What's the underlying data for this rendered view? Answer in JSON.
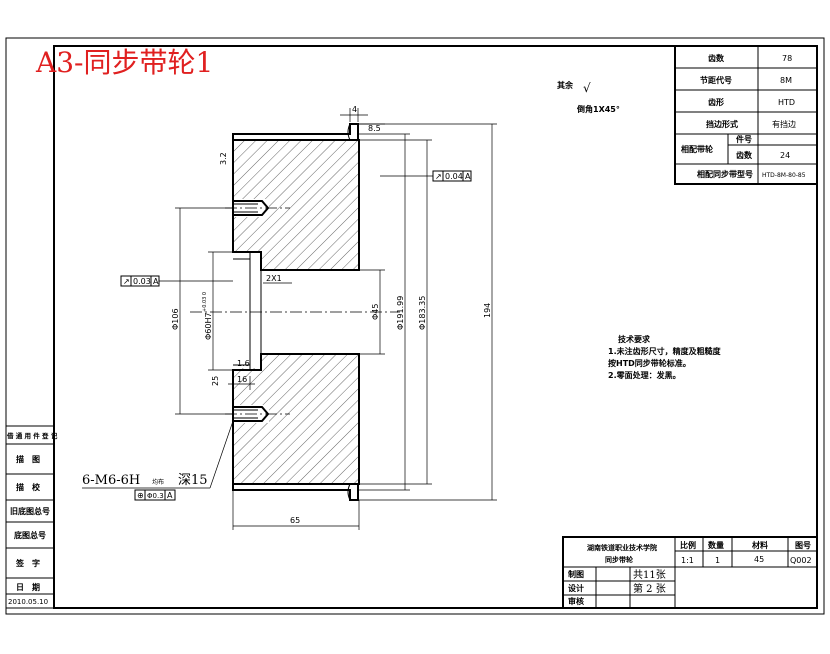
{
  "title": "A3-同步带轮1",
  "roughness_note": {
    "label": "其余",
    "symbol": "√"
  },
  "chamfer_note": "倒角1X45°",
  "param_table": {
    "rows": [
      {
        "label": "齿数",
        "value": "78"
      },
      {
        "label": "节距代号",
        "value": "8M"
      },
      {
        "label": "齿形",
        "value": "HTD"
      },
      {
        "label": "挡边形式",
        "value": "有挡边"
      }
    ],
    "mating_label": "相配带轮",
    "mating_rows": [
      {
        "label": "件号",
        "value": ""
      },
      {
        "label": "齿数",
        "value": "24"
      }
    ],
    "belt_label": "相配同步带型号",
    "belt_value": "HTD-8M-80-85"
  },
  "dimensions": {
    "d4": "4",
    "d8_5": "8.5",
    "d3_2": "3.2",
    "tol_runout1": "0.04",
    "datum1": "A",
    "tol_runout2": "0.03",
    "datum2": "A",
    "d106": "Φ106",
    "d60": "Φ60H7",
    "d60_tol": "+0.03 0",
    "d45": "Φ45",
    "d191": "Φ191.99",
    "d183": "Φ183.35",
    "d194": "194",
    "chamfer_px1": "2X1",
    "d1_6": "1.6",
    "d25": "25",
    "d16": "16",
    "d65": "65",
    "thread_prefix": "6-M6-6H",
    "thread_mid": "均布",
    "thread_depth": "深15",
    "pos_tol": "Φ0.3",
    "pos_datum": "A"
  },
  "tech_req": {
    "heading": "技术要求",
    "line1": "1.未注齿形尺寸，精度及粗糙度",
    "line2": "按HTD同步带轮标准。",
    "line3": "2.零面处理：发黑。"
  },
  "left_labels": [
    "借 通 用 件 登 记",
    "描　图",
    "描　校",
    "旧底图总号",
    "底图总号",
    "签　字",
    "日　期",
    "2010.05.10"
  ],
  "title_block": {
    "name_line1": "湖南铁道职业技术学院",
    "name_line2": "同步带轮",
    "ratio_label": "比例",
    "ratio_value": "1:1",
    "qty_label": "数量",
    "qty_value": "1",
    "material_label": "材料",
    "material_value": "45",
    "figno_label": "图号",
    "figno_value": "Q002",
    "row_draw": "制图",
    "row_design": "设计",
    "row_review": "审核",
    "total_sheets": "共11张",
    "sheet_no": "第 2 张"
  }
}
